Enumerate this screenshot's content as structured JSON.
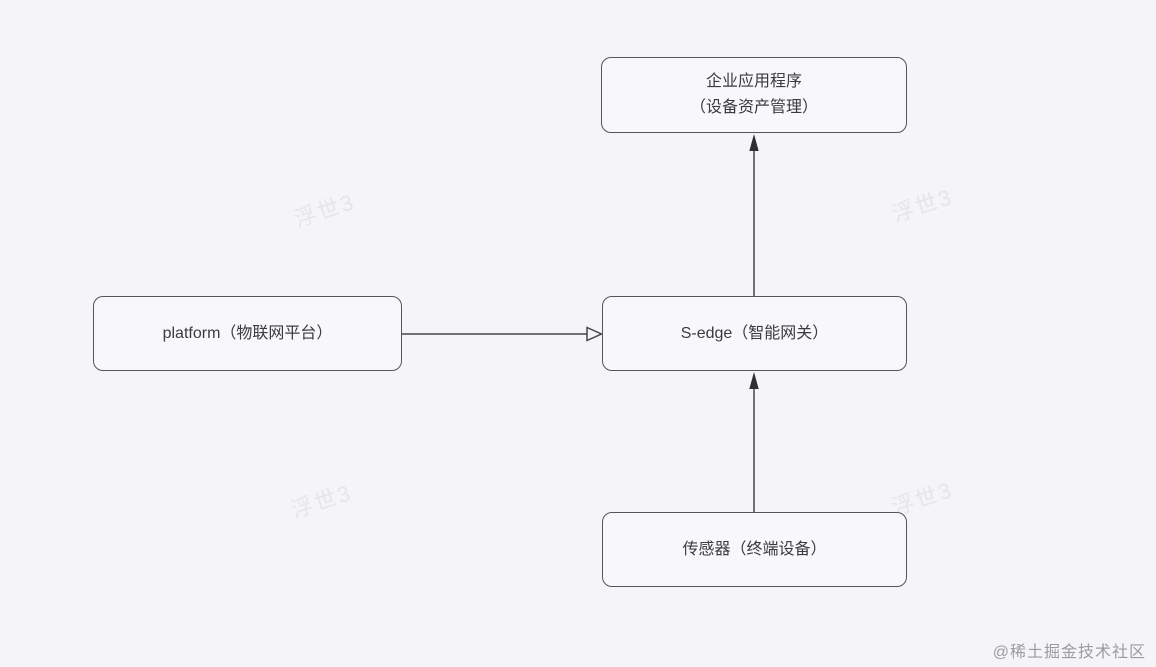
{
  "diagram": {
    "nodes": {
      "enterprise_app": {
        "line1": "企业应用程序",
        "line2": "（设备资产管理）"
      },
      "platform": {
        "label": "platform（物联网平台）"
      },
      "s_edge": {
        "label": "S-edge（智能网关）"
      },
      "sensor": {
        "label": "传感器（终端设备）"
      }
    },
    "edges": [
      {
        "from": "platform",
        "to": "s_edge",
        "direction": "right",
        "arrowhead": "open-triangle"
      },
      {
        "from": "s_edge",
        "to": "enterprise_app",
        "direction": "up",
        "arrowhead": "filled-triangle"
      },
      {
        "from": "sensor",
        "to": "s_edge",
        "direction": "up",
        "arrowhead": "filled-triangle"
      }
    ]
  },
  "watermark": {
    "text": "浮世3"
  },
  "attribution": {
    "text": "@稀土掘金技术社区"
  },
  "colors": {
    "background": "#f5f5f7",
    "node_fill": "#f8f8fa",
    "node_border": "#54545a",
    "edge_line": "#44444a",
    "arrowhead_fill": "#2f2f35",
    "text": "#3a3a40",
    "watermark": "#e6e6ea",
    "attribution": "#9b9ba1"
  }
}
